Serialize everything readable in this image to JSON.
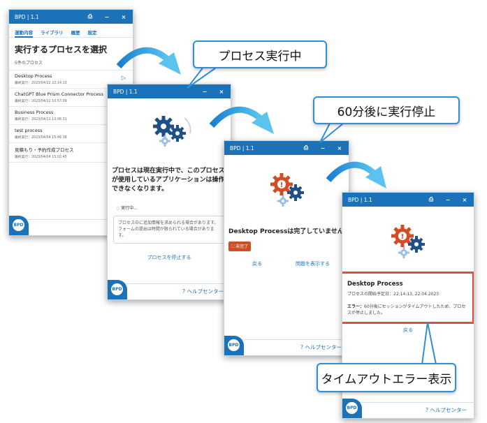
{
  "app_title": "BPD | 1.1",
  "win1": {
    "tabs": [
      "運動内容",
      "ライブラリ",
      "履歴",
      "設定"
    ],
    "heading": "実行するプロセスを選択",
    "count": "5件のプロセス",
    "processes": [
      {
        "name": "Desktop Process",
        "meta": "最終実行：2023/04/22 22:14:13"
      },
      {
        "name": "ChatGPT Blue Prism Connector Process",
        "meta": "最終実行：2023/04/22 10:57:09"
      },
      {
        "name": "Business Process",
        "meta": "最終実行：2023/04/11 13:06:31"
      },
      {
        "name": "test process",
        "meta": "最終実行：2023/04/04 15:46:38"
      },
      {
        "name": "見積もり・予約作成プロセス",
        "meta": "最終実行：2023/04/04 15:02:45"
      }
    ],
    "help": "ヘル"
  },
  "win2": {
    "message": "プロセスは現在実行中で、このプロセスが使用しているアプリケーションは操作できなくなります。",
    "running": "実行中...",
    "note": "プロセス中に追加情報を求められる場合があります。フォームの提出は時間が限られている場合があります。",
    "stop": "プロセスを停止する",
    "help": "ヘルプセンター"
  },
  "win3": {
    "message": "Desktop Processは完了していません",
    "badge": "未完了",
    "back": "戻る",
    "show_issue": "問題を表示する",
    "help": "ヘルプセンター"
  },
  "win4": {
    "title": "Desktop Process",
    "start": "プロセスの開始予定日：22:14:13, 22.04.2023",
    "error_label": "エラー：",
    "error_text": "60分後にセッションがタイムアウトしたため、プロセスが停止しました。",
    "back": "戻る",
    "help": "ヘルプセンター"
  },
  "callouts": {
    "c1": "プロセス実行中",
    "c2": "60分後に実行停止",
    "c3": "タイムアウトエラー表示"
  },
  "logo_text": "BPD",
  "colors": {
    "titlebar": "#1c72b9",
    "callout_border": "#2f8fd6",
    "error_frame": "#d9533b",
    "badge": "#d24d24"
  }
}
